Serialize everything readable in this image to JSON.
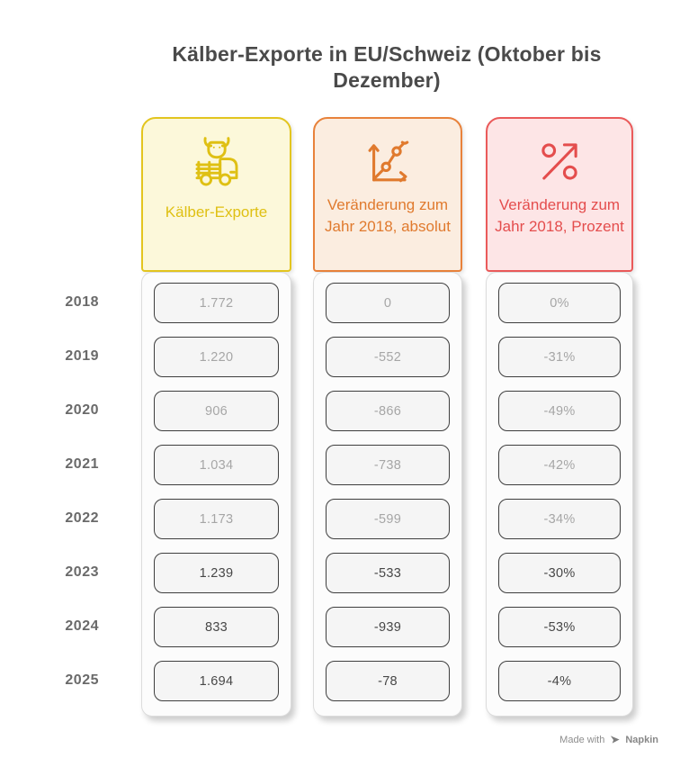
{
  "title": "Kälber-Exporte in EU/Schweiz (Oktober bis Dezember)",
  "columns": [
    {
      "id": "exports",
      "label": "Kälber-Exporte",
      "icon": "cattle-truck-icon",
      "theme": {
        "bg": "#FCF8DA",
        "border": "#E3C51F",
        "text": "#DFC013"
      }
    },
    {
      "id": "change_absolute",
      "label": "Veränderung zum Jahr 2018, absolut",
      "icon": "line-chart-icon",
      "theme": {
        "bg": "#FBEDE0",
        "border": "#E8823B",
        "text": "#E07A2E"
      }
    },
    {
      "id": "change_percent",
      "label": "Veränderung zum Jahr 2018, Prozent",
      "icon": "percent-arrow-icon",
      "theme": {
        "bg": "#FDE5E6",
        "border": "#EA5A5A",
        "text": "#E44D4D"
      }
    }
  ],
  "rows": [
    {
      "year": "2018",
      "export": "1.772",
      "abs": "0",
      "pct": "0%",
      "emphasis": false
    },
    {
      "year": "2019",
      "export": "1.220",
      "abs": "-552",
      "pct": "-31%",
      "emphasis": false
    },
    {
      "year": "2020",
      "export": "906",
      "abs": "-866",
      "pct": "-49%",
      "emphasis": false
    },
    {
      "year": "2021",
      "export": "1.034",
      "abs": "-738",
      "pct": "-42%",
      "emphasis": false
    },
    {
      "year": "2022",
      "export": "1.173",
      "abs": "-599",
      "pct": "-34%",
      "emphasis": false
    },
    {
      "year": "2023",
      "export": "1.239",
      "abs": "-533",
      "pct": "-30%",
      "emphasis": true
    },
    {
      "year": "2024",
      "export": "833",
      "abs": "-939",
      "pct": "-53%",
      "emphasis": true
    },
    {
      "year": "2025",
      "export": "1.694",
      "abs": "-78",
      "pct": "-4%",
      "emphasis": true
    }
  ],
  "footer": {
    "made_with": "Made with",
    "brand": "Napkin"
  },
  "chart_data": {
    "type": "table",
    "title": "Kälber-Exporte in EU/Schweiz (Oktober bis Dezember)",
    "categories": [
      "2018",
      "2019",
      "2020",
      "2021",
      "2022",
      "2023",
      "2024",
      "2025"
    ],
    "series": [
      {
        "name": "Kälber-Exporte",
        "values": [
          1772,
          1220,
          906,
          1034,
          1173,
          1239,
          833,
          1694
        ]
      },
      {
        "name": "Veränderung zum Jahr 2018, absolut",
        "values": [
          0,
          -552,
          -866,
          -738,
          -599,
          -533,
          -939,
          -78
        ]
      },
      {
        "name": "Veränderung zum Jahr 2018, Prozent",
        "values": [
          "0%",
          "-31%",
          "-49%",
          "-42%",
          "-34%",
          "-30%",
          "-53%",
          "-4%"
        ]
      }
    ]
  }
}
